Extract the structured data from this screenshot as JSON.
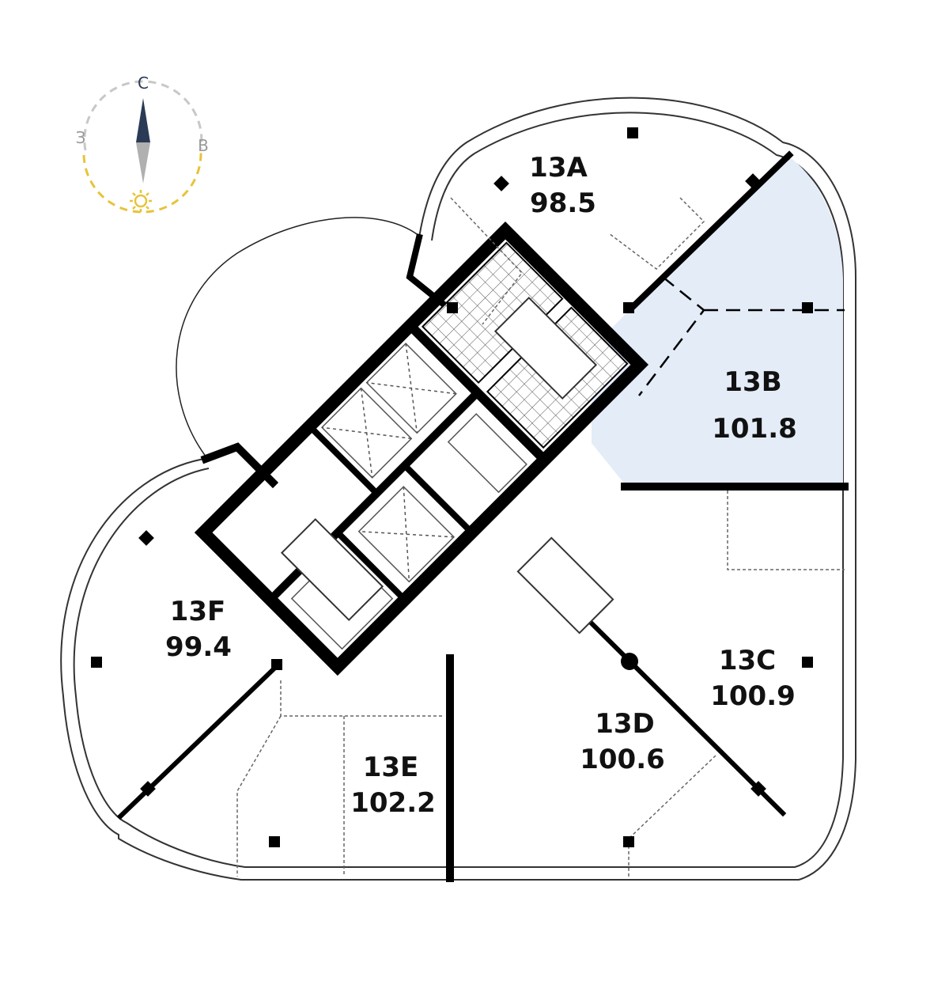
{
  "compass": {
    "north_label": "С",
    "west_label": "З",
    "east_label": "В",
    "icons": [
      "sun-icon",
      "compass-needle-icon"
    ],
    "colors": {
      "ring": "#c8c8c8",
      "sun_arc": "#e6c43a",
      "needle_dark": "#2b3a55",
      "needle_light": "#b0b0b0"
    }
  },
  "units": [
    {
      "id": "13A",
      "name": "13A",
      "area": "98.5"
    },
    {
      "id": "13B",
      "name": "13B",
      "area": "101.8",
      "selected": true
    },
    {
      "id": "13C",
      "name": "13C",
      "area": "100.9"
    },
    {
      "id": "13D",
      "name": "13D",
      "area": "100.6"
    },
    {
      "id": "13E",
      "name": "13E",
      "area": "102.2"
    },
    {
      "id": "13F",
      "name": "13F",
      "area": "99.4"
    }
  ],
  "colors": {
    "selected_fill": "#e4ecf8",
    "wall": "#000000"
  }
}
